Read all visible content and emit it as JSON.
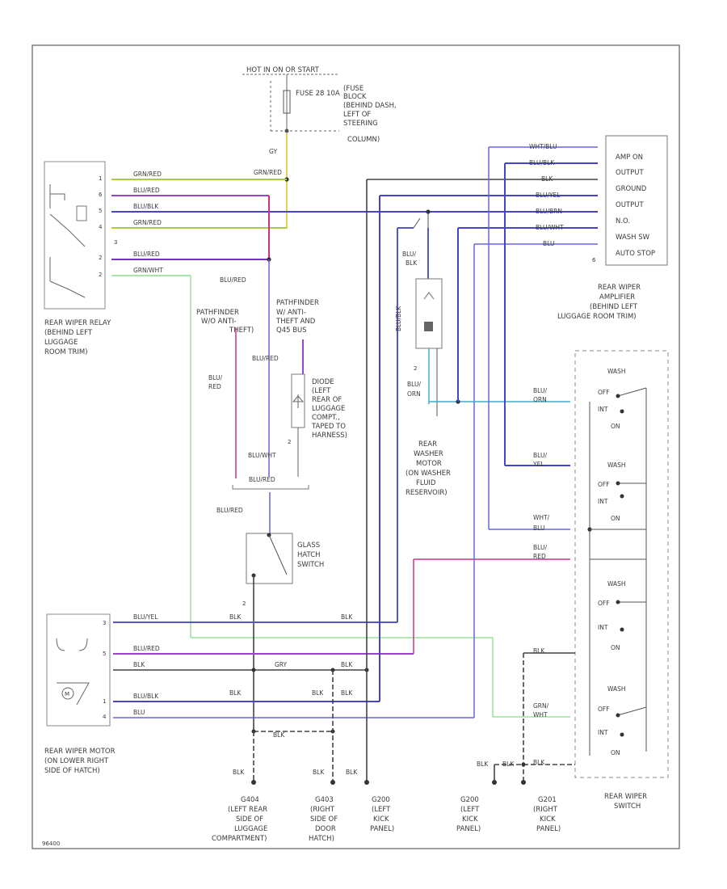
{
  "power": {
    "source": "HOT IN ON OR START",
    "fuse": "FUSE 28 10A",
    "fuse_block": [
      "(FUSE",
      "BLOCK",
      "(BEHIND DASH,",
      "LEFT OF",
      "STEERING",
      "COLUMN)"
    ],
    "wire_gy": "GY",
    "wire_main": "GRN/RED"
  },
  "relay": {
    "lines": [
      "REAR WIPER RELAY",
      "(BEHIND LEFT",
      "LUGGAGE",
      "ROOM TRIM)"
    ],
    "wires": [
      "GRN/RED",
      "BLU/RED",
      "BLU/BLK",
      "GRN/RED",
      "BLU/RED",
      "GRN/WHT"
    ],
    "pins": [
      "1",
      "6",
      "5",
      "4",
      "3",
      "2",
      "2"
    ]
  },
  "amplifier": {
    "terminals": [
      "AMP ON",
      "OUTPUT",
      "GROUND",
      "OUTPUT",
      "N.O.",
      "WASH SW",
      "AUTO STOP"
    ],
    "wires": [
      "WHT/BLU",
      "BLU/BLK",
      "BLK",
      "BLU/YEL",
      "BLU/BRN",
      "BLU/WHT",
      "BLU"
    ],
    "lines": [
      "REAR WIPER",
      "AMPLIFIER",
      "(BEHIND LEFT",
      "LUGGAGE ROOM TRIM)"
    ],
    "pin_last": "6"
  },
  "pathfinder": {
    "wo": [
      "PATHFINDER",
      "W/O ANTI-",
      "THEFT)"
    ],
    "w": [
      "PATHFINDER",
      "W/ ANTI-",
      "THEFT AND",
      "Q45 BUS"
    ],
    "wire_blured_a": "BLU/RED",
    "wire_blured_b": "BLU/RED",
    "wire_blu_red": [
      "BLU/",
      "RED"
    ]
  },
  "diode": {
    "lines": [
      "DIODE",
      "(LEFT",
      "REAR OF",
      "LUGGAGE",
      "COMPT.,",
      "TAPED TO",
      "HARNESS)"
    ],
    "wire_top": "BLU/RED",
    "wire_bot": "BLU/WHT",
    "pin_bot": "2"
  },
  "glass_hatch": {
    "lines": [
      "GLASS",
      "HATCH",
      "SWITCH"
    ],
    "wire_top": "BLU/RED",
    "wire_in": "BLU/RED",
    "pin": "2"
  },
  "washer_motor": {
    "lines": [
      "REAR",
      "WASHER",
      "MOTOR",
      "(ON WASHER",
      "FLUID",
      "RESERVOIR)"
    ],
    "wire_top": [
      "BLU/",
      "BLK"
    ],
    "wire_vert": "BLU/BLK",
    "wire_bot": [
      "BLU/",
      "ORN"
    ],
    "pin": "2"
  },
  "wiper_motor": {
    "lines": [
      "REAR WIPER MOTOR",
      "(ON LOWER RIGHT",
      "SIDE OF HATCH)"
    ],
    "wires": [
      "BLU/YEL",
      "BLU/RED",
      "BLK",
      "BLU/BLK",
      "BLU"
    ],
    "pins": [
      "3",
      "5",
      "M",
      "1",
      "4"
    ],
    "labels": [
      "BLK",
      "BLK",
      "GRY",
      "BLK",
      "BLK",
      "BLK",
      "BLK",
      "BLK"
    ]
  },
  "grounds": [
    {
      "lines": [
        "G404",
        "(LEFT REAR",
        "SIDE OF",
        "LUGGAGE",
        "COMPARTMENT)"
      ],
      "wire": "BLK"
    },
    {
      "lines": [
        "G403",
        "(RIGHT",
        "SIDE OF",
        "DOOR",
        "HATCH)"
      ],
      "wire": "BLK"
    },
    {
      "lines": [
        "G200",
        "(LEFT",
        "KICK",
        "PANEL)"
      ],
      "wire": "BLK"
    },
    {
      "lines": [
        "G200",
        "(LEFT",
        "KICK",
        "PANEL)"
      ],
      "wire": "BLK"
    },
    {
      "lines": [
        "G201",
        "(RIGHT",
        "KICK",
        "PANEL)"
      ],
      "wire": "BLK"
    }
  ],
  "rear_switch": {
    "title": [
      "REAR WIPER",
      "SWITCH"
    ],
    "positions": [
      "WASH",
      "OFF",
      "INT",
      "ON"
    ],
    "wires": [
      [
        "BLU/",
        "ORN"
      ],
      [
        "BLU/",
        "YEL"
      ],
      [
        "WHT/",
        "BLU"
      ],
      [
        "BLU/",
        "RED"
      ],
      [
        "BLK"
      ],
      [
        "GRN/",
        "WHT"
      ],
      [
        "BLK"
      ]
    ],
    "wash_labels": [
      "WASH",
      "WASH",
      "WASH",
      "WASH"
    ]
  },
  "footer_code": "96400",
  "colors": {
    "frame": "#6b6b6b",
    "grn_red_stripe": "#a8cc44",
    "blu_red": "#9944cc",
    "blu_blk": "#4444cc",
    "blu": "#6666dd",
    "grn_wht": "#88dd88",
    "gy": "#e8d050",
    "blk": "#444444",
    "blu_red_pink": "#cc3388",
    "blu_orn_teal": "#44aacc",
    "blu_yel": "#5555cc",
    "grn_wht_switch": "#66cc66"
  }
}
